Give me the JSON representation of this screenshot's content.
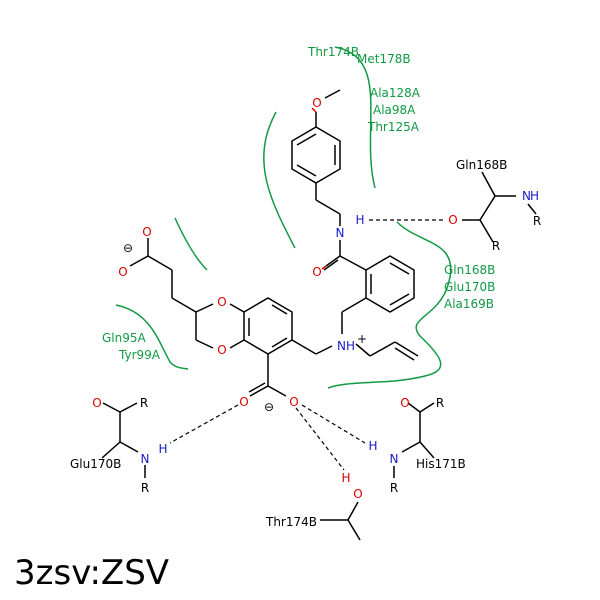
{
  "structure_title": "3zsv:ZSV",
  "atoms": {
    "methoxy_o": "O",
    "amide_n": "N",
    "amide_h": "H",
    "amide_o": "O",
    "carboxylate_left_o_top": "O",
    "carboxylate_left_o_bottom": "O",
    "minus": "⊖",
    "ring_o_top": "O",
    "ring_o_bottom": "O",
    "nh_plus": "NH",
    "plus": "+",
    "benzoate_o1": "O",
    "benzoate_o2": "O",
    "r": "R",
    "n": "N",
    "h": "H",
    "o": "O"
  },
  "residues": {
    "gln168_top": "Gln168B",
    "glu170_left": "Glu170B",
    "his171": "His171B",
    "thr174_bottom": "Thr174B"
  },
  "pocket_labels": {
    "thr174": "Thr174B",
    "met178": "Met178B",
    "ala128": "Ala128A",
    "ala98": "Ala98A",
    "thr125": "Thr125A",
    "gln168": "Gln168B",
    "glu170": "Glu170B",
    "ala169": "Ala169B",
    "gln95": "Gln95A",
    "tyr99": "Tyr99A"
  },
  "colors": {
    "carbon": "#000000",
    "oxygen": "#dd0000",
    "nitrogen": "#1a1acc",
    "hydrophobic": "#119944"
  }
}
